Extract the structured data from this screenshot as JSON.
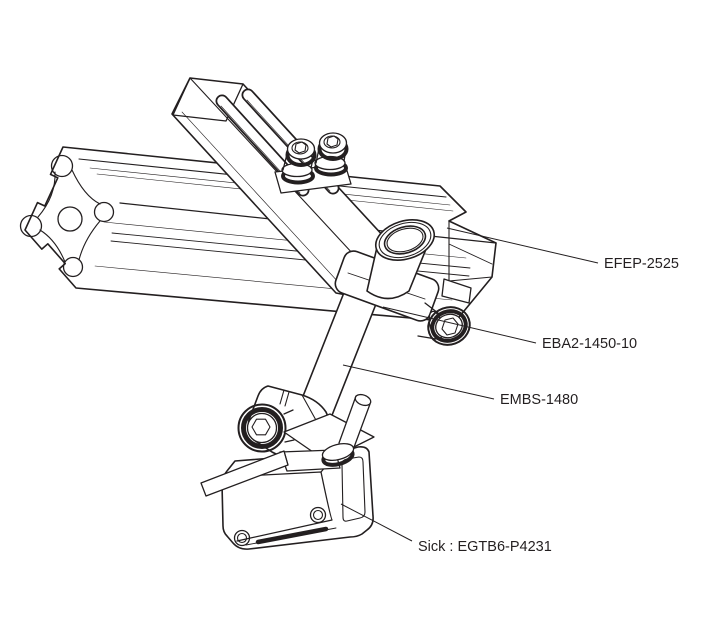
{
  "colors": {
    "ink": "#231f20",
    "background": "#ffffff"
  },
  "diagram": {
    "type": "isometric-assembly-line-drawing",
    "description_parts": [
      "aluminum-extrusion",
      "slotted-mounting-arm",
      "cap-screws",
      "clamp-screw",
      "round-shaft",
      "lower-clamp",
      "sensor"
    ],
    "labels": [
      {
        "id": "extrusion",
        "text": "EFEP-2525"
      },
      {
        "id": "clamp-screw",
        "text": "EBA2-1450-10"
      },
      {
        "id": "shaft-assembly",
        "text": "EMBS-1480"
      },
      {
        "id": "sensor",
        "text": "Sick : EGTB6-P4231"
      }
    ]
  }
}
